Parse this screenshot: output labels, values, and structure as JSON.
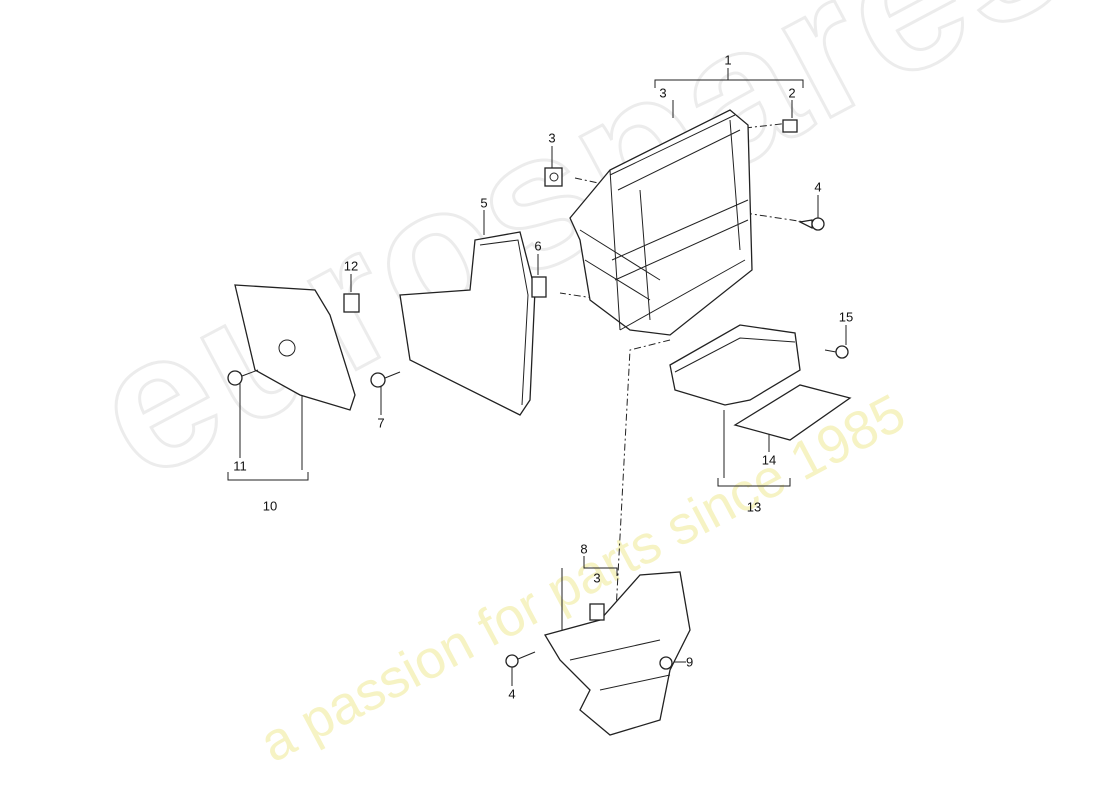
{
  "watermark": {
    "brand": "eurospares",
    "tagline": "a passion for parts since 1985"
  },
  "callouts": [
    {
      "id": "c1",
      "text": "1"
    },
    {
      "id": "c3a",
      "text": "3"
    },
    {
      "id": "c2",
      "text": "2"
    },
    {
      "id": "c3b",
      "text": "3"
    },
    {
      "id": "c4a",
      "text": "4"
    },
    {
      "id": "c5",
      "text": "5"
    },
    {
      "id": "c6",
      "text": "6"
    },
    {
      "id": "c12",
      "text": "12"
    },
    {
      "id": "c15",
      "text": "15"
    },
    {
      "id": "c7",
      "text": "7"
    },
    {
      "id": "c11",
      "text": "11"
    },
    {
      "id": "c10",
      "text": "10"
    },
    {
      "id": "c14",
      "text": "14"
    },
    {
      "id": "c13",
      "text": "13"
    },
    {
      "id": "c8",
      "text": "8"
    },
    {
      "id": "c3c",
      "text": "3"
    },
    {
      "id": "c9",
      "text": "9"
    },
    {
      "id": "c4b",
      "text": "4"
    }
  ]
}
